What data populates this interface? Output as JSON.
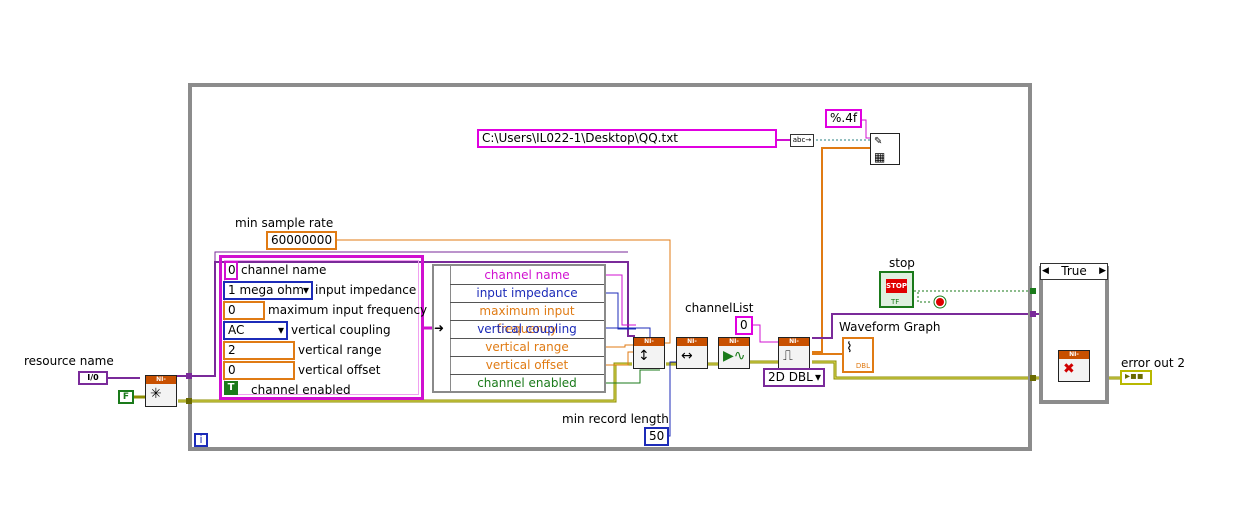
{
  "resource_name": {
    "label": "resource name",
    "glyph": "I/0"
  },
  "bool_const": "F",
  "file_path": "C:\\Users\\IL022-1\\Desktop\\QQ.txt",
  "format_string": "%.4f",
  "min_sample_rate": {
    "label": "min sample rate",
    "value": "60000000"
  },
  "cluster": {
    "channel_name": {
      "label": "channel name",
      "value": "0"
    },
    "input_impedance": {
      "label": "input impedance",
      "value": "1 mega ohm"
    },
    "max_input_frequency": {
      "label": "maximum input frequency",
      "value": "0"
    },
    "vertical_coupling": {
      "label": "vertical coupling",
      "value": "AC"
    },
    "vertical_range": {
      "label": "vertical range",
      "value": "2"
    },
    "vertical_offset": {
      "label": "vertical offset",
      "value": "0"
    },
    "channel_enabled": {
      "label": "channel enabled",
      "value": "T"
    }
  },
  "bundle_rows": [
    {
      "text": "channel name",
      "color": "#d010d0"
    },
    {
      "text": "input impedance",
      "color": "#1c2bb8"
    },
    {
      "text": "maximum input frequency",
      "color": "#e07b14"
    },
    {
      "text": "vertical coupling",
      "color": "#1c2bb8"
    },
    {
      "text": "vertical range",
      "color": "#e07b14"
    },
    {
      "text": "vertical offset",
      "color": "#e07b14"
    },
    {
      "text": "channel enabled",
      "color": "#1a7a1a"
    }
  ],
  "channel_list": {
    "label": "channelList",
    "value": "0"
  },
  "fetch_type": "2D DBL",
  "waveform_graph": {
    "label": "Waveform Graph",
    "type_text": "DBL"
  },
  "min_record_length": {
    "label": "min record length",
    "value": "50"
  },
  "stop": {
    "label": "stop",
    "button_text": "STOP",
    "type_text": "TF"
  },
  "case_selector": "True",
  "error_out": {
    "label": "error out 2"
  },
  "loop_iteration": "i",
  "vi_header": "NI-SCOPE",
  "colors": {
    "string": "#d010d0",
    "numeric": "#e07b14",
    "int": "#1c2bb8",
    "bool": "#1a7a1a",
    "error": "#b8b800",
    "loop": "#8c8c8c"
  }
}
